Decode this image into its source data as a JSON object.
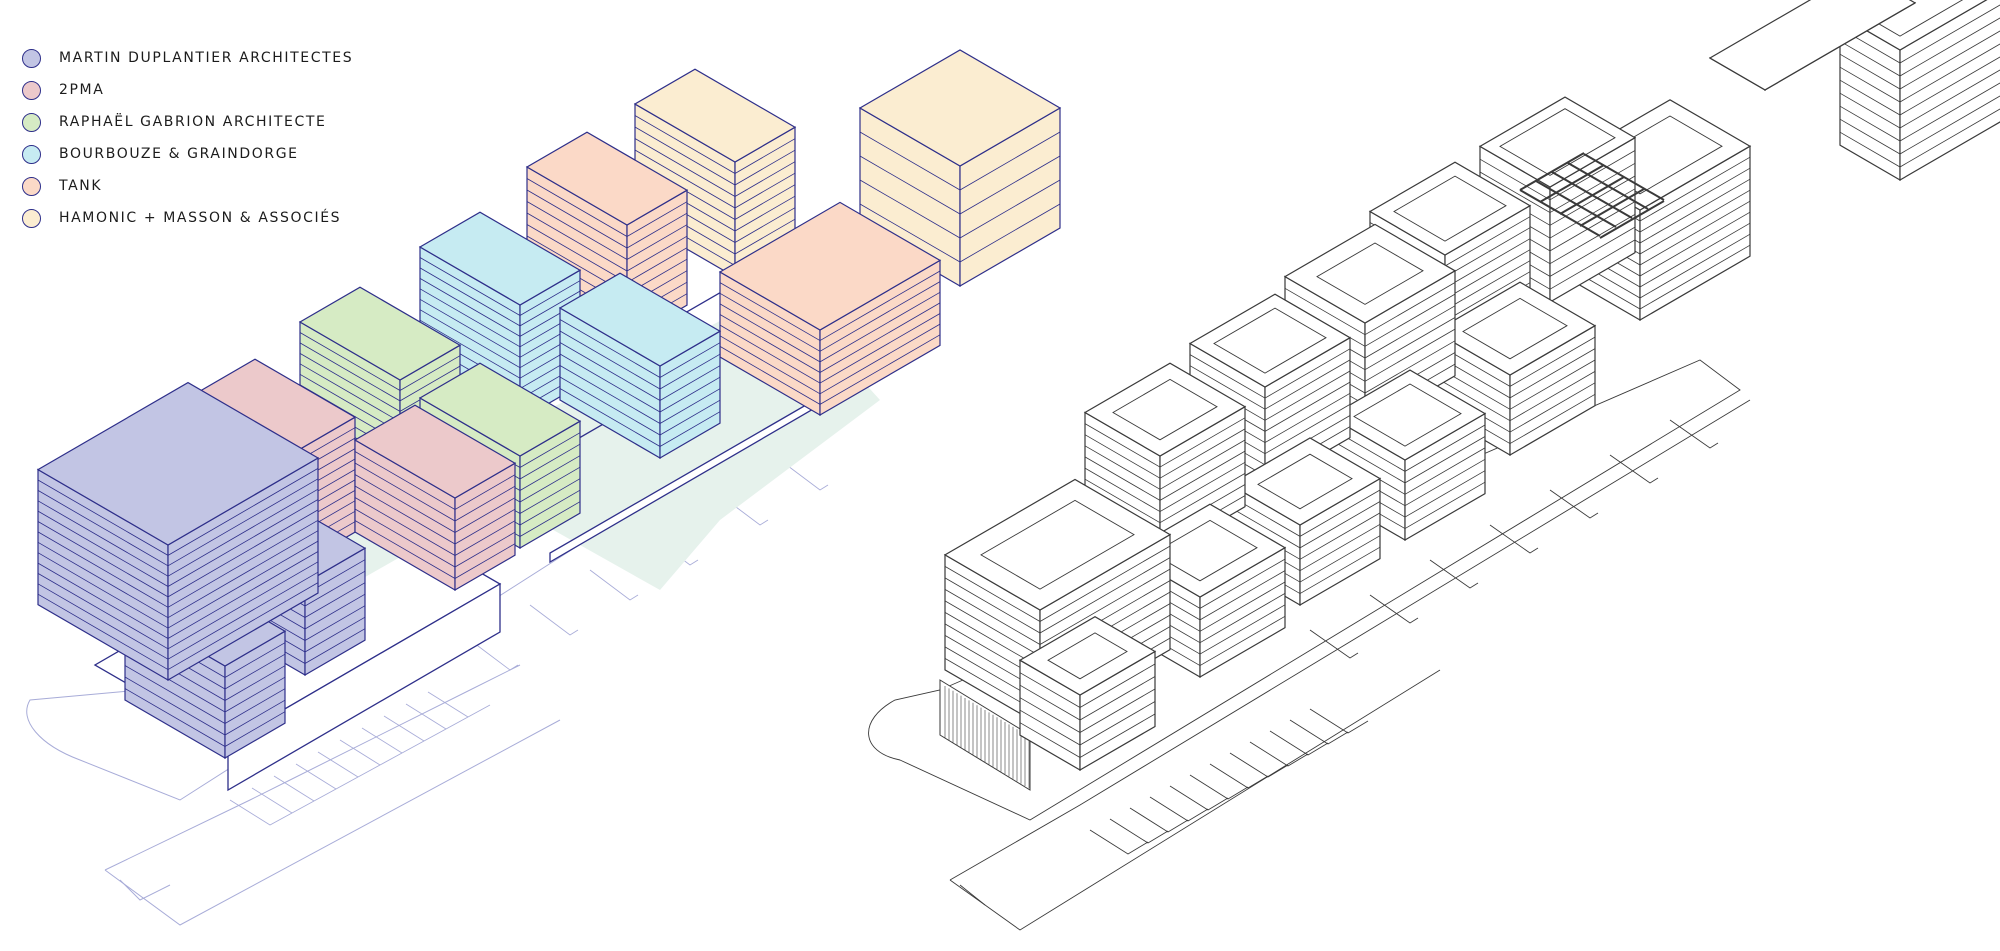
{
  "legend": [
    {
      "label": "MARTIN DUPLANTIER ARCHITECTES",
      "color": "#c2c5e4"
    },
    {
      "label": "2PMA",
      "color": "#ecc9cb"
    },
    {
      "label": "RAPHAËL GABRION ARCHITECTE",
      "color": "#d6ebc4"
    },
    {
      "label": "BOURBOUZE & GRAINDORGE",
      "color": "#c6ebf2"
    },
    {
      "label": "TANK",
      "color": "#fbd9c7"
    },
    {
      "label": "HAMONIC + MASSON & ASSOCIÉS",
      "color": "#fbedd1"
    }
  ],
  "colors": {
    "outline": "#2e2f8a",
    "site": "#a8acd8",
    "courtyard": "#e6f2ec",
    "detail_line": "#3a3a3a"
  }
}
